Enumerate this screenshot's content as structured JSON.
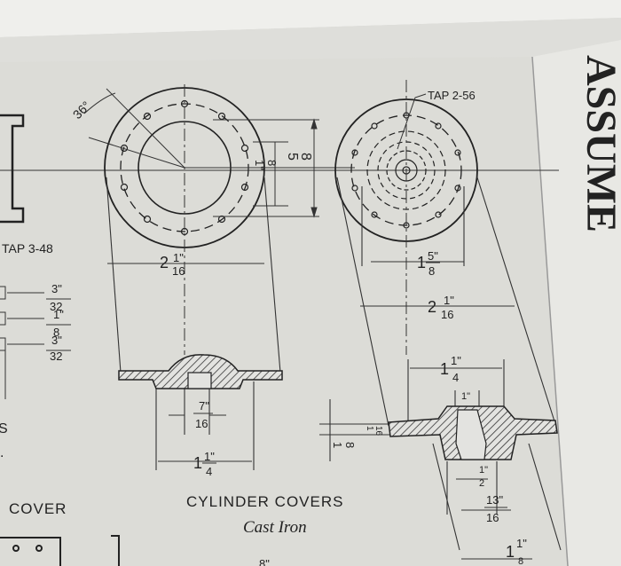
{
  "drawing": {
    "title": "CYLINDER COVERS",
    "subtitle": "Cast Iron",
    "left_title": "COVER",
    "side_text": "ASSUME",
    "left_tap": "TAP 3-48",
    "right_tap": "TAP 2-56",
    "angle": "36°",
    "left_fracs": [
      {
        "num": "3\"",
        "den": "32"
      },
      {
        "num": "1\"",
        "den": "8"
      },
      {
        "num": "3\"",
        "den": "32"
      }
    ],
    "left_view": {
      "width_whole": "2",
      "width_num": "1\"",
      "width_den": "16",
      "bore_num": "1\"",
      "bore_den": "8",
      "height_num": "5",
      "height_den": "8",
      "boss_num": "7\"",
      "boss_den": "16",
      "base_whole": "1",
      "base_num": "1\"",
      "base_den": "4"
    },
    "right_view": {
      "top_whole": "1",
      "top_num": "5\"",
      "top_den": "8",
      "width_whole": "2",
      "width_num": "1\"",
      "width_den": "16",
      "d1_whole": "1",
      "d1_num": "1\"",
      "d1_den": "4",
      "d2_num": "1\"",
      "d2_den": "4",
      "d3_num": "1\"",
      "d3_den": "2",
      "d4_num": "13\"",
      "d4_den": "16",
      "d5_whole": "1",
      "d5_num": "1\"",
      "d5_den": "8",
      "side_num": "1",
      "side_den": "8",
      "side_small": "1",
      "side_small_den": "16"
    },
    "left_edge_letter": "S",
    "bottom_partial": "8\""
  }
}
